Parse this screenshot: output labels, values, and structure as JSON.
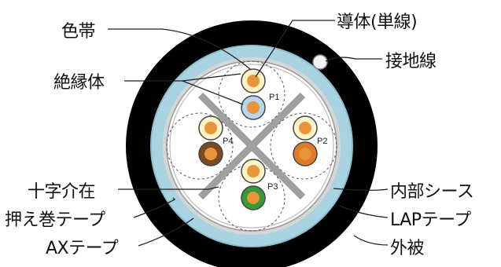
{
  "labels": {
    "color_band": "色帯",
    "conductor": "導体(単線)",
    "insulation": "絶縁体",
    "drain_wire": "接地線",
    "cross_filler": "十字介在",
    "binder_tape": "押え巻テープ",
    "ax_tape": "AXテープ",
    "inner_sheath": "内部シース",
    "lap_tape": "LAPテープ",
    "outer_jacket": "外被"
  },
  "pairs": [
    "P1",
    "P2",
    "P3",
    "P4"
  ],
  "colors": {
    "jacket": "#000000",
    "lap_tape": "#a9d3e0",
    "ax_tape": "#c8c8c8",
    "copper": "#e8943a",
    "pair1": "#b8d6ee",
    "pair2": "#e07a28",
    "pair3": "#3a9a3a",
    "pair4": "#7a4a22",
    "cross": "#a0a0a0"
  }
}
